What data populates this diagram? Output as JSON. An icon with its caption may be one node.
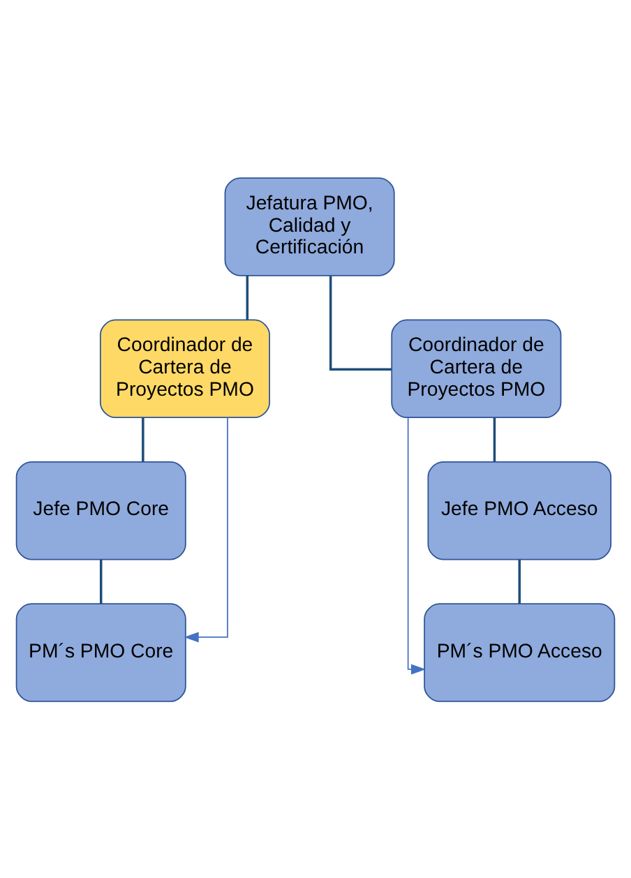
{
  "diagram": {
    "nodes": [
      {
        "text": [
          "Jefatura PMO, Calidad y Certificación"
        ]
      },
      {
        "text": [
          "Coordinador de Cartera de Proyectos PMO"
        ]
      },
      {
        "text": [
          "Coordinador de Cartera de Proyectos PMO"
        ]
      },
      {
        "text": [
          "Jefe PMO Core"
        ]
      },
      {
        "text": [
          "PM´s PMO Core"
        ]
      },
      {
        "text": [
          "Jefe PMO Acceso"
        ]
      },
      {
        "text": [
          "PM´s PMO Acceso"
        ]
      }
    ],
    "edges": [
      {
        "from": 0,
        "to": 1,
        "arrow": "none"
      },
      {
        "from": 0,
        "to": 2,
        "arrow": "none"
      },
      {
        "from": 1,
        "to": 3,
        "arrow": "none"
      },
      {
        "from": 3,
        "to": 4,
        "arrow": "none"
      },
      {
        "from": 2,
        "to": 5,
        "arrow": "none"
      },
      {
        "from": 5,
        "to": 6,
        "arrow": "none"
      },
      {
        "from": 1,
        "to": 4,
        "arrow": "to",
        "color": "#4472c4"
      },
      {
        "from": 2,
        "to": 6,
        "arrow": "to",
        "color": "#4472c4"
      }
    ]
  }
}
